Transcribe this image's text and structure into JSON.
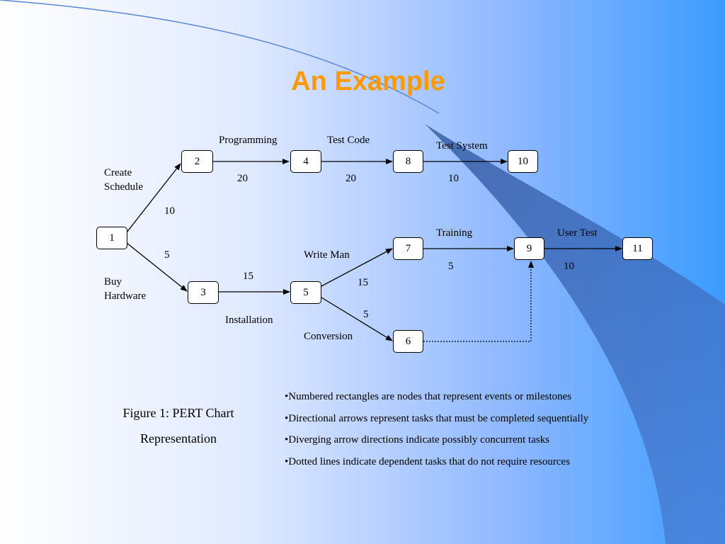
{
  "title": "An Example",
  "colors": {
    "title": "#ff9900",
    "bg_light": "#ffffff",
    "bg_blue": "#3399ff",
    "swoosh": "#3a63b0"
  },
  "nodes": [
    "1",
    "2",
    "3",
    "4",
    "5",
    "6",
    "7",
    "8",
    "9",
    "10",
    "11"
  ],
  "task_labels": {
    "create_schedule": [
      "Create",
      "Schedule"
    ],
    "buy_hardware": [
      "Buy",
      "Hardware"
    ],
    "programming": "Programming",
    "test_code": "Test Code",
    "test_system": "Test System",
    "installation": "Installation",
    "write_man": "Write Man",
    "conversion": "Conversion",
    "training": "Training",
    "user_test": "User Test"
  },
  "durations": {
    "create_schedule": "10",
    "buy_hardware": "5",
    "programming": "20",
    "test_code": "20",
    "test_system": "10",
    "installation": "15",
    "write_man": "15",
    "conversion": "5",
    "training": "5",
    "user_test": "10"
  },
  "caption": [
    "Figure 1: PERT Chart",
    "Representation"
  ],
  "bullets": [
    "•Numbered rectangles are nodes that represent events or milestones",
    "•Directional arrows represent tasks that must be completed sequentially",
    "•Diverging arrow directions indicate possibly concurrent tasks",
    "•Dotted lines indicate dependent tasks that do not require resources"
  ]
}
